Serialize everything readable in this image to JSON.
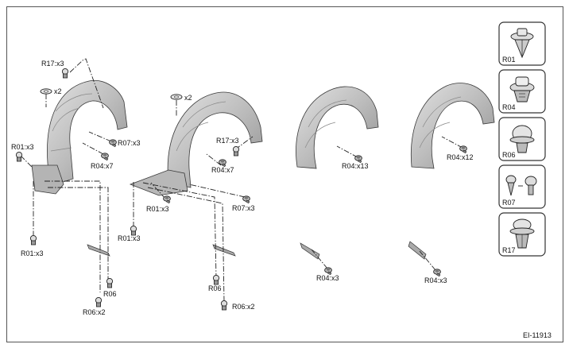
{
  "reference": "EI-11913",
  "callouts": {
    "r17_left": "R17:x3",
    "washer_left": "x2",
    "r07_left": "R07:x3",
    "r04_left": "R04:x7",
    "r01_left_top": "R01:x3",
    "r01_left_bottom": "R01:x3",
    "r06_left": "R06",
    "r06x2_left": "R06:x2",
    "washer_mid": "x2",
    "r17_mid": "R17:x3",
    "r04_mid": "R04:x7",
    "r07_mid": "R07:x3",
    "r01_mid_top": "R01:x3",
    "r01_mid_bottom": "R01:x3",
    "r06_mid": "R06",
    "r06x2_mid": "R06:x2",
    "r04_x13": "R04:x13",
    "r04_x12": "R04:x12",
    "r04_bracket_3": "R04:x3",
    "r04_bracket_4": "R04:x3"
  },
  "legend": [
    {
      "code": "R01",
      "icon": "push-pin-clip-icon"
    },
    {
      "code": "R04",
      "icon": "screw-grommet-icon"
    },
    {
      "code": "R06",
      "icon": "mushroom-clip-icon"
    },
    {
      "code": "R07",
      "icon": "two-piece-clip-icon"
    },
    {
      "code": "R17",
      "icon": "push-rivet-icon"
    }
  ],
  "colors": {
    "fender_fill": "#c9c9c9",
    "fender_dark": "#9a9a9a",
    "line": "#222222"
  }
}
